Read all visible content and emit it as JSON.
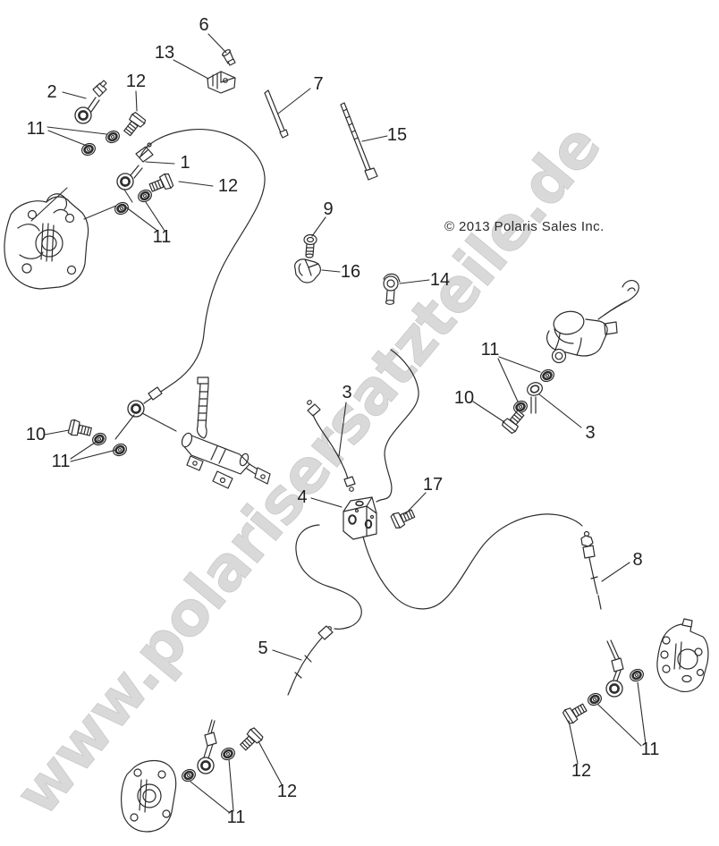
{
  "diagram": {
    "watermark": "www.polarisersatzteile.de",
    "copyright": "© 2013 Polaris Sales Inc.",
    "callouts": [
      {
        "label": "6"
      },
      {
        "label": "13"
      },
      {
        "label": "2"
      },
      {
        "label": "12"
      },
      {
        "label": "11"
      },
      {
        "label": "7"
      },
      {
        "label": "15"
      },
      {
        "label": "1"
      },
      {
        "label": "12"
      },
      {
        "label": "11"
      },
      {
        "label": "9"
      },
      {
        "label": "16"
      },
      {
        "label": "14"
      },
      {
        "label": "11"
      },
      {
        "label": "10"
      },
      {
        "label": "3"
      },
      {
        "label": "10"
      },
      {
        "label": "11"
      },
      {
        "label": "3"
      },
      {
        "label": "4"
      },
      {
        "label": "17"
      },
      {
        "label": "8"
      },
      {
        "label": "5"
      },
      {
        "label": "11"
      },
      {
        "label": "12"
      },
      {
        "label": "11"
      },
      {
        "label": "12"
      }
    ]
  }
}
